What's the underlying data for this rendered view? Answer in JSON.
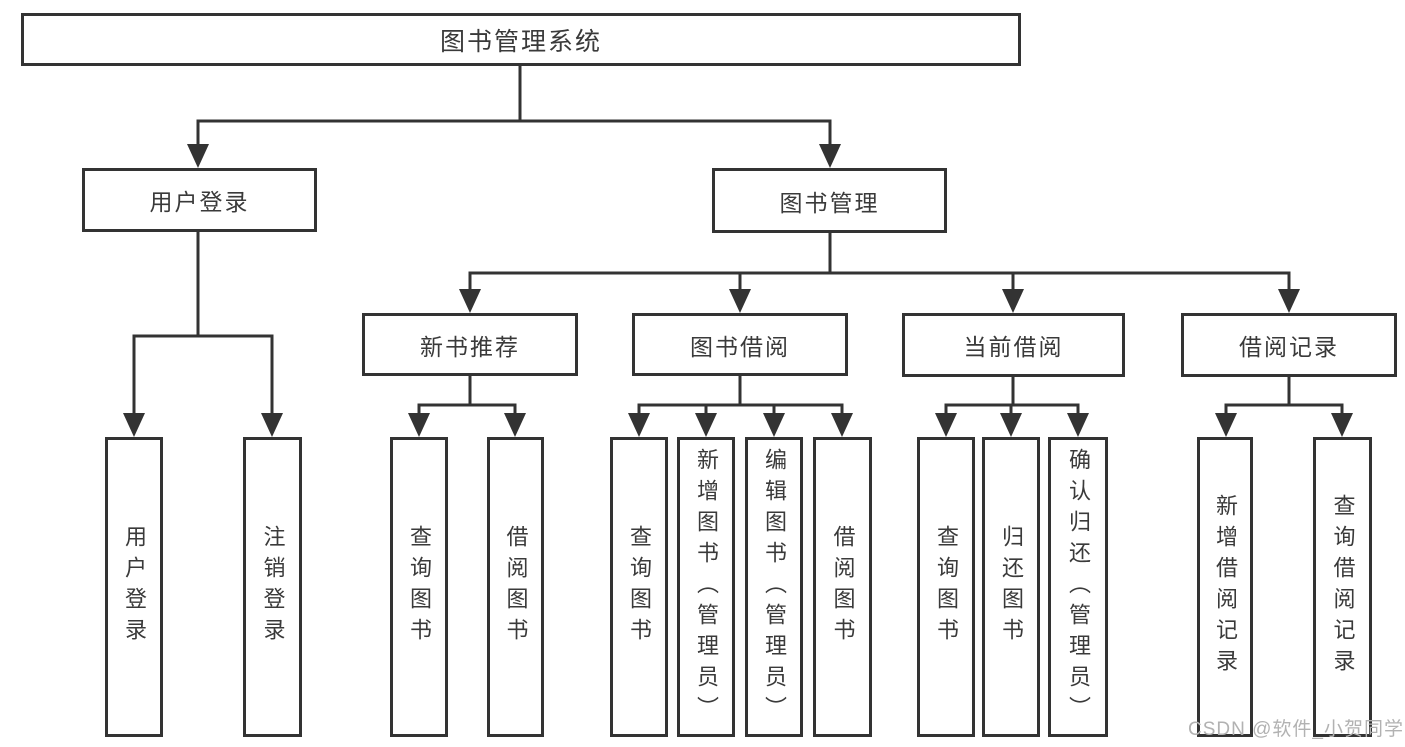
{
  "colors": {
    "line": "#333333",
    "text": "#3a3a3a",
    "watermark_text": "#b2b2b2",
    "background": "#ffffff"
  },
  "diagram": {
    "root": {
      "label": "图书管理系统"
    },
    "user_login": {
      "label": "用户登录",
      "children": [
        {
          "label": "用户登录"
        },
        {
          "label": "注销登录"
        }
      ]
    },
    "book_mgmt": {
      "label": "图书管理"
    },
    "new_book": {
      "label": "新书推荐",
      "children": [
        {
          "label": "查询图书"
        },
        {
          "label": "借阅图书"
        }
      ]
    },
    "borrow": {
      "label": "图书借阅",
      "children": [
        {
          "label": "查询图书"
        },
        {
          "label": "新增图书（管理员）"
        },
        {
          "label": "编辑图书（管理员）"
        },
        {
          "label": "借阅图书"
        }
      ]
    },
    "current": {
      "label": "当前借阅",
      "children": [
        {
          "label": "查询图书"
        },
        {
          "label": "归还图书"
        },
        {
          "label": "确认归还（管理员）"
        }
      ]
    },
    "record": {
      "label": "借阅记录",
      "children": [
        {
          "label": "新增借阅记录"
        },
        {
          "label": "查询借阅记录"
        }
      ]
    }
  },
  "watermark": "CSDN @软件_小贺同学"
}
